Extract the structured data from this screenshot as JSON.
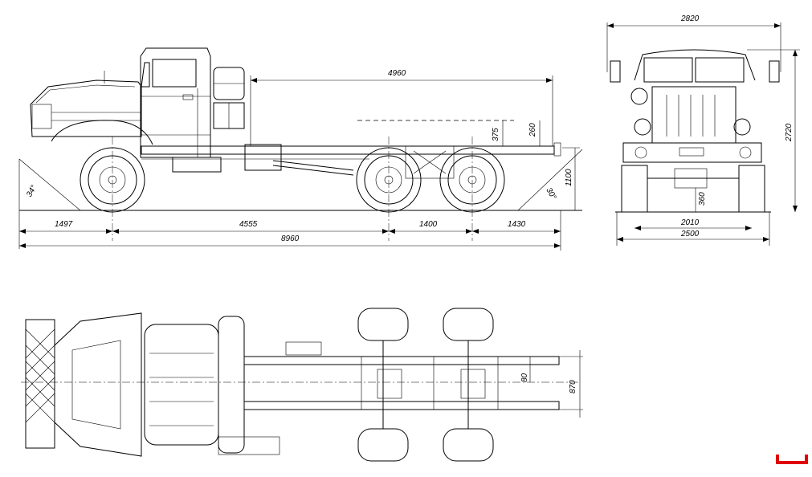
{
  "side_view": {
    "dims": {
      "wheelbase_to_rear": "4960",
      "front_overhang": "1497",
      "wheelbase": "4555",
      "bogie_spacing": "1400",
      "rear_overhang": "1430",
      "overall_length": "8960",
      "mount_gap": "375",
      "frame_height_drop": "260",
      "frame_height": "1100",
      "approach_angle": "34°",
      "departure_angle": "30°"
    }
  },
  "front_view": {
    "dims": {
      "mirror_width": "2820",
      "overall_height": "2720",
      "track": "2010",
      "overall_width": "2500",
      "ground_clearance": "360"
    }
  },
  "top_view": {
    "dims": {
      "frame_offset": "80",
      "frame_width": "870"
    }
  },
  "stamp": {
    "color": "#e00000"
  }
}
